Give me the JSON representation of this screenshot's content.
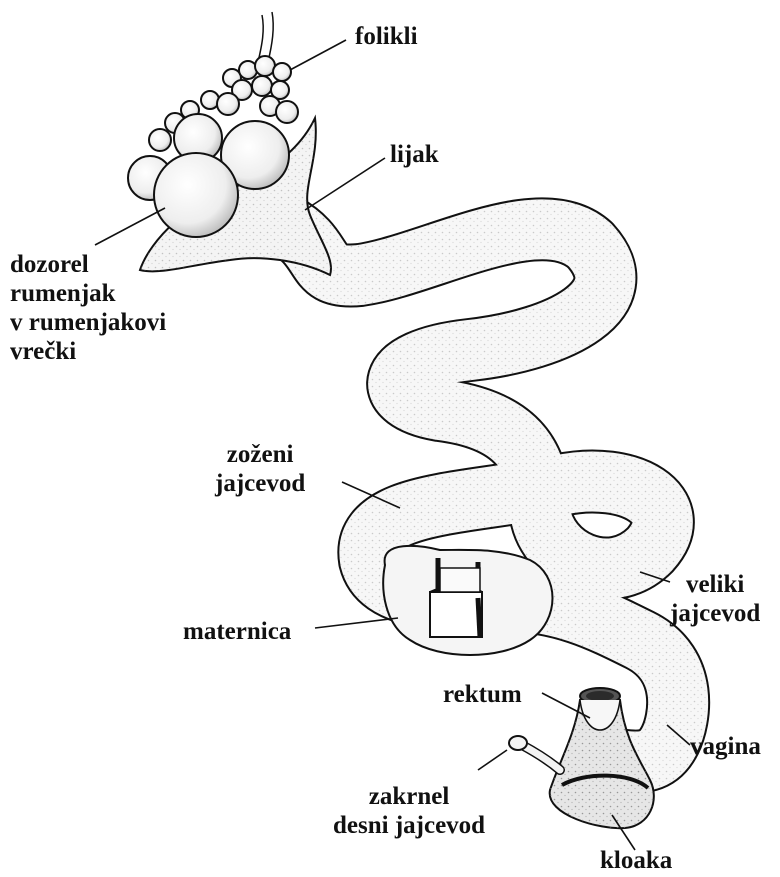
{
  "diagram": {
    "labels": {
      "folikli": "folikli",
      "lijak": "lijak",
      "dozorel": [
        "dozorel",
        "rumenjak",
        "v rumenjakovi",
        "vrečki"
      ],
      "zozeni": [
        "zoženi",
        "jajcevod"
      ],
      "veliki": [
        "veliki",
        "jajcevod"
      ],
      "maternica": "maternica",
      "rektum": "rektum",
      "vagina": "vagina",
      "zakrnel": [
        "zakrnel",
        "desni jajcevod"
      ],
      "kloaka": "kloaka"
    }
  }
}
